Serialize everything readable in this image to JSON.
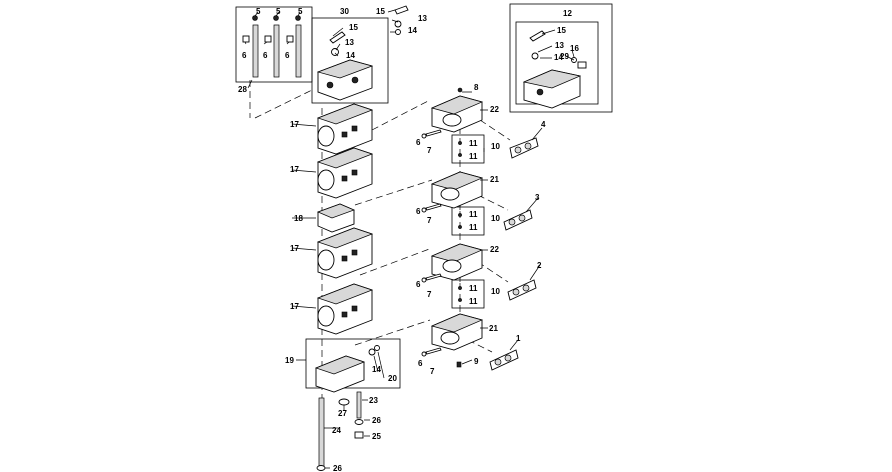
{
  "callouts": {
    "c1": "1",
    "c2": "2",
    "c3": "3",
    "c4": "4",
    "c5a": "5",
    "c5b": "5",
    "c5c": "5",
    "c6a": "6",
    "c6b": "6",
    "c6c": "6",
    "c6d": "6",
    "c6e": "6",
    "c6f": "6",
    "c6g": "6",
    "c7a": "7",
    "c7b": "7",
    "c7c": "7",
    "c7d": "7",
    "c8": "8",
    "c9": "9",
    "c10a": "10",
    "c10b": "10",
    "c10c": "10",
    "c11a": "11",
    "c11b": "11",
    "c11c": "11",
    "c11d": "11",
    "c11e": "11",
    "c11f": "11",
    "c12": "12",
    "c13a": "13",
    "c13b": "13",
    "c13c": "13",
    "c14a": "14",
    "c14b": "14",
    "c14c": "14",
    "c14d": "14",
    "c15a": "15",
    "c15b": "15",
    "c15c": "15",
    "c16": "16",
    "c17a": "17",
    "c17b": "17",
    "c17c": "17",
    "c17d": "17",
    "c18": "18",
    "c19": "19",
    "c20": "20",
    "c21a": "21",
    "c21b": "21",
    "c22a": "22",
    "c22b": "22",
    "c23": "23",
    "c24": "24",
    "c25": "25",
    "c26a": "26",
    "c26b": "26",
    "c27": "27",
    "c28": "28",
    "c29": "29",
    "c30": "30"
  }
}
